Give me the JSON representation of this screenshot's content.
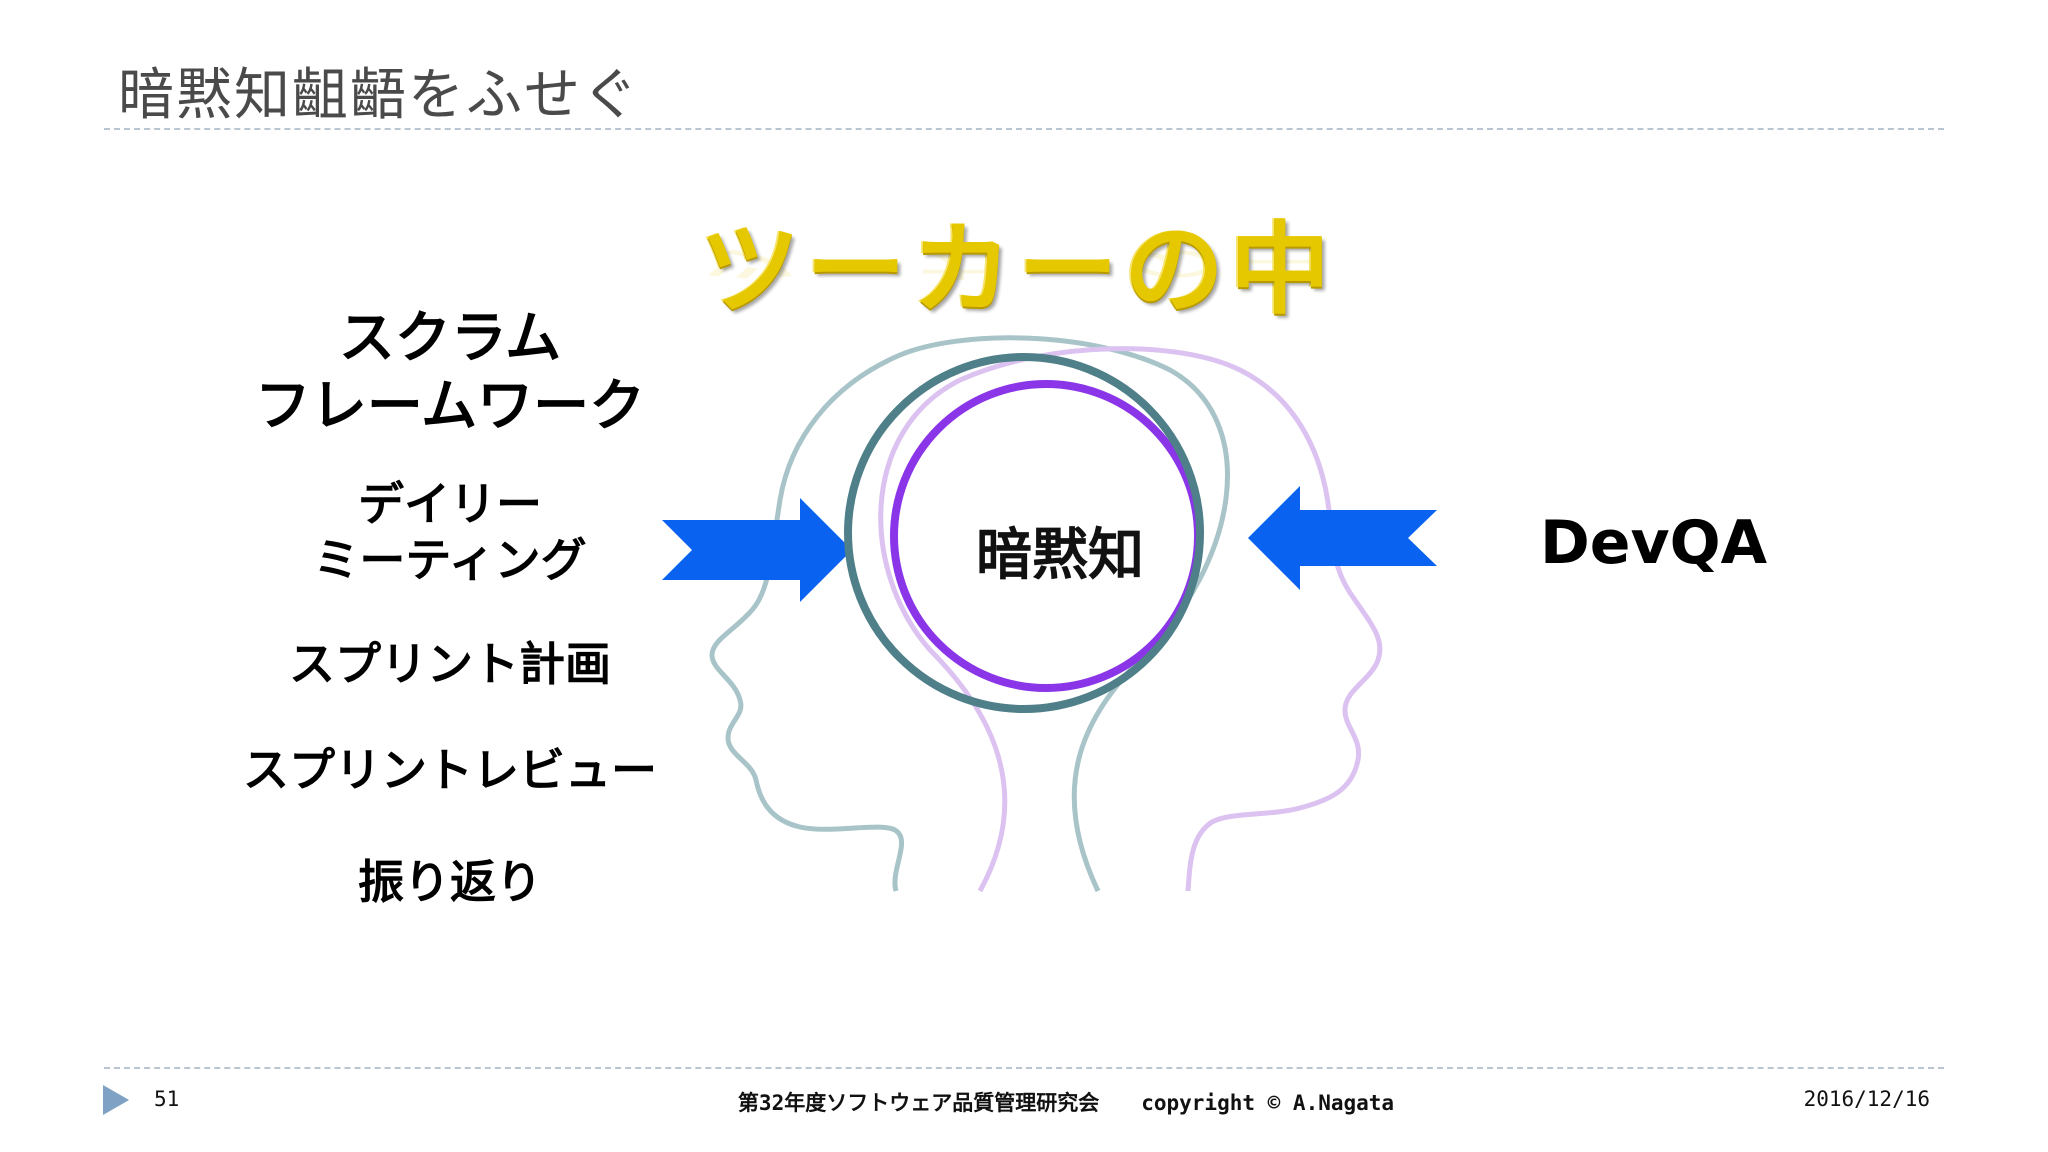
{
  "slide": {
    "title": "暗黙知齟齬をふせぐ",
    "heading": "ツーカーの中",
    "center_label": "暗黙知",
    "right_label": "DevQA",
    "practices": [
      {
        "lines": [
          "スクラム",
          "フレームワーク"
        ]
      },
      {
        "lines": [
          "デイリー",
          "ミーティング"
        ]
      },
      {
        "lines": [
          "スプリント計画"
        ]
      },
      {
        "lines": [
          "スプリントレビュー"
        ]
      },
      {
        "lines": [
          "振り返り"
        ]
      }
    ]
  },
  "colors": {
    "heading": "#e6c800",
    "arrow": "#0a63f0",
    "circle_left": "#4f7f88",
    "circle_right": "#8a35e8",
    "head_left": "#a8c4c8",
    "head_right": "#dcc2f0"
  },
  "footer": {
    "page_number": "51",
    "center": "第32年度ソフトウェア品質管理研究会　　copyright © A.Nagata",
    "date": "2016/12/16"
  }
}
